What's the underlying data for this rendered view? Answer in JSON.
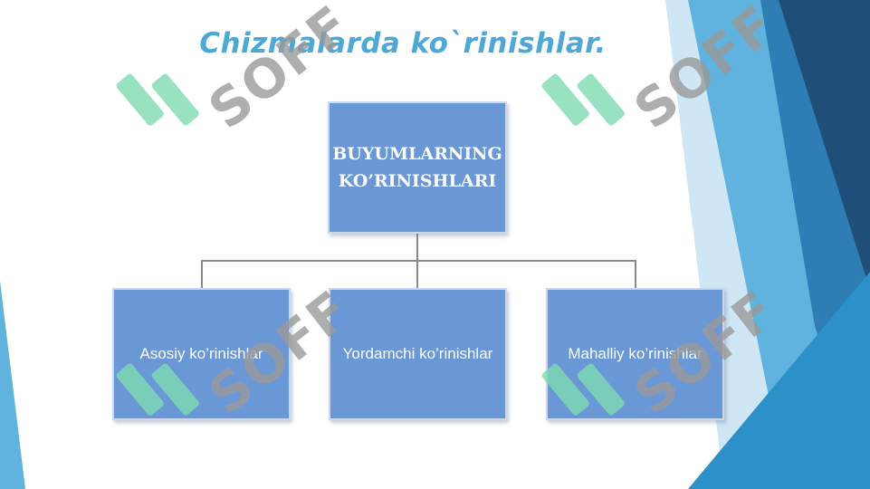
{
  "slide": {
    "title": "Chizmalarda ko`rinishlar",
    "title_end": "."
  },
  "diagram": {
    "root": {
      "line1": "BUYUMLARNING",
      "line2": "KO’RINISHLARI"
    },
    "children": [
      {
        "label": "Asosiy ko’rinishlar"
      },
      {
        "label": "Yordamchi ko’rinishlar"
      },
      {
        "label": "Mahalliy ko’rinishlar"
      }
    ]
  },
  "watermark": {
    "text": "SOFF"
  },
  "colors": {
    "title": "#4ea8d6",
    "box_fill": "#6a97d6",
    "box_border": "#c9d8ee",
    "connector": "#8a8a8a",
    "accent_dark": "#1f4f78",
    "accent_mid": "#2e7db4",
    "accent_light": "#5fb3de",
    "watermark_logo": "#7fdcb3",
    "watermark_text": "#9a9a9a"
  }
}
